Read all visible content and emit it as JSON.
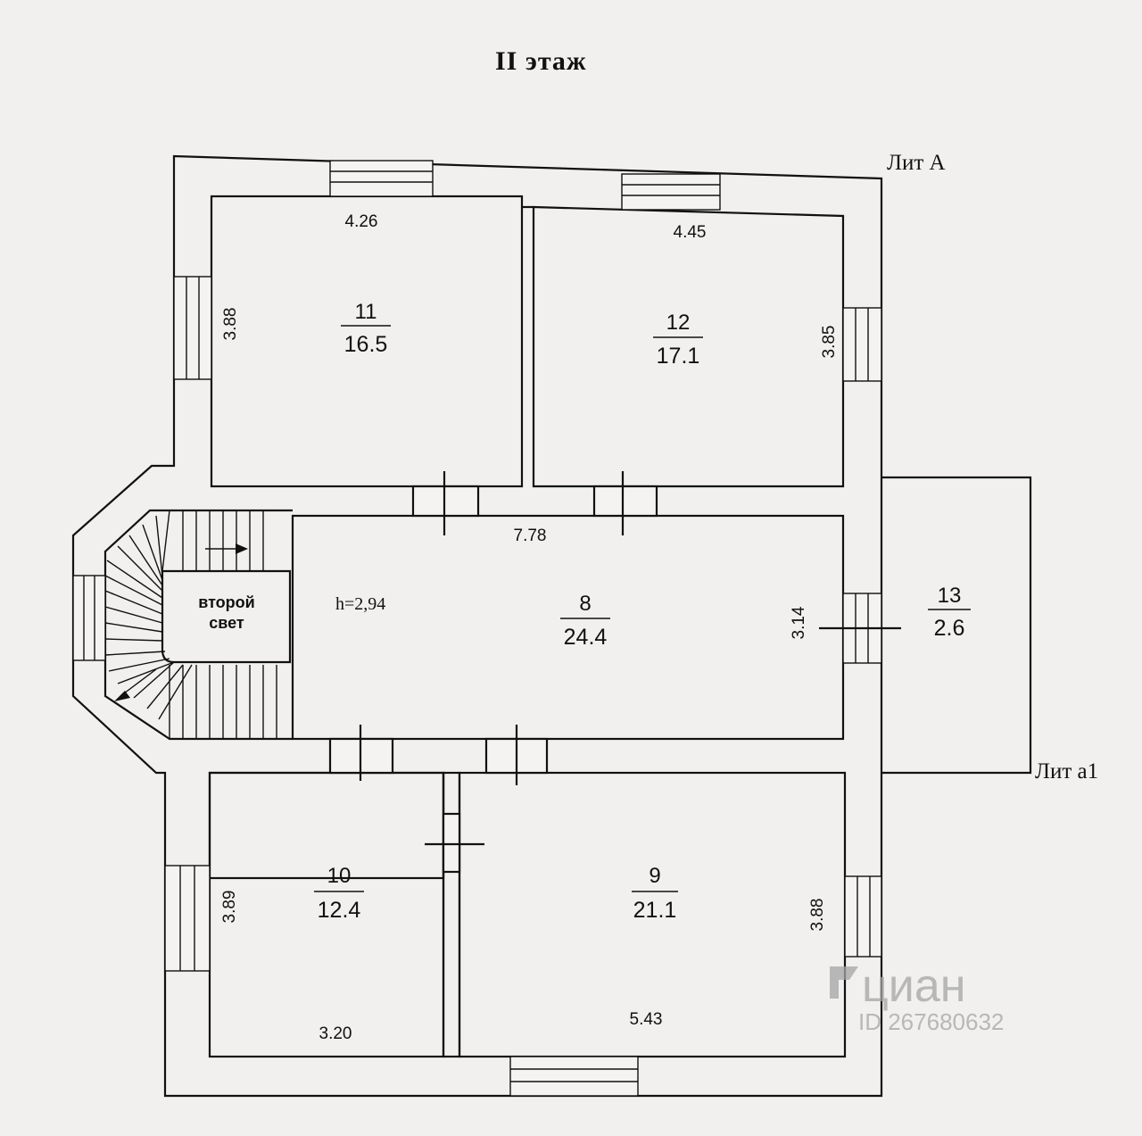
{
  "title": "II   этаж",
  "lit_a": "Лит А",
  "lit_a1": "Лит а1",
  "stair_label_line1": "второй",
  "stair_label_line2": "свет",
  "height_label": "h=2,94",
  "rooms": [
    {
      "id": "11",
      "number": "11",
      "area": "16.5"
    },
    {
      "id": "12",
      "number": "12",
      "area": "17.1"
    },
    {
      "id": "8",
      "number": "8",
      "area": "24.4"
    },
    {
      "id": "13",
      "number": "13",
      "area": "2.6"
    },
    {
      "id": "10",
      "number": "10",
      "area": "12.4"
    },
    {
      "id": "9",
      "number": "9",
      "area": "21.1"
    }
  ],
  "dimensions": {
    "room11_width": "4.26",
    "room11_height": "3.88",
    "room12_width": "4.45",
    "room12_height": "3.85",
    "room8_width": "7.78",
    "room8_height": "3.14",
    "room10_width": "3.20",
    "room10_height": "3.89",
    "room9_width": "5.43",
    "room9_height": "3.88"
  },
  "watermark": {
    "brand": "циан",
    "id_text": "ID 267680632"
  }
}
